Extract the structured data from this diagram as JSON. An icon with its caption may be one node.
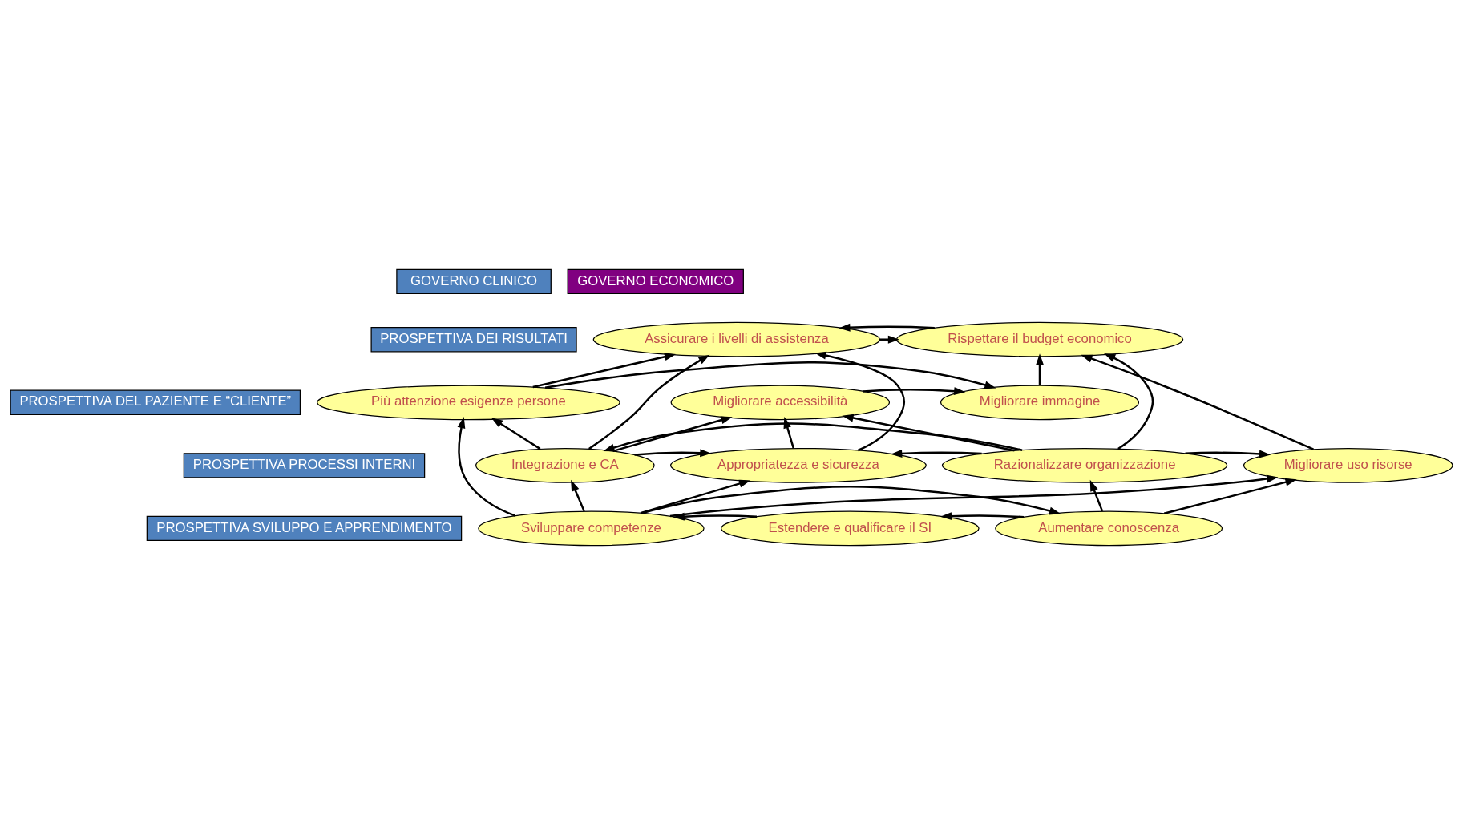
{
  "diagram": {
    "nodes": [
      {
        "text": [
          "GOVERNO CLINICO"
        ]
      },
      {
        "text": [
          "GOVERNO ECONOMICO"
        ]
      },
      {
        "text": [
          "PROSPETTIVA DEI RISULTATI"
        ]
      },
      {
        "text": [
          "PROSPETTIVA DEL PAZIENTE E “CLIENTE”"
        ]
      },
      {
        "text": [
          "PROSPETTIVA PROCESSI INTERNI"
        ]
      },
      {
        "text": [
          "PROSPETTIVA SVILUPPO E APPRENDIMENTO"
        ]
      },
      {
        "text": [
          "Assicurare i livelli di assistenza"
        ]
      },
      {
        "text": [
          "Rispettare il budget economico"
        ]
      },
      {
        "text": [
          "Più attenzione esigenze persone"
        ]
      },
      {
        "text": [
          "Migliorare accessibilità"
        ]
      },
      {
        "text": [
          "Migliorare immagine"
        ]
      },
      {
        "text": [
          "Integrazione e CA"
        ]
      },
      {
        "text": [
          "Appropriatezza e sicurezza"
        ]
      },
      {
        "text": [
          "Razionalizzare organizzazione"
        ]
      },
      {
        "text": [
          "Migliorare uso risorse"
        ]
      },
      {
        "text": [
          "Sviluppare competenze"
        ]
      },
      {
        "text": [
          "Estendere e qualificare il SI"
        ]
      },
      {
        "text": [
          "Aumentare conoscenza"
        ]
      }
    ],
    "edges": [
      {
        "from": 6,
        "to": 7,
        "arrow": "to"
      },
      {
        "from": 7,
        "to": 6,
        "arrow": "to"
      },
      {
        "from": 8,
        "to": 6,
        "arrow": "to"
      },
      {
        "from": 8,
        "to": 10,
        "arrow": "to"
      },
      {
        "from": 10,
        "to": 7,
        "arrow": "to"
      },
      {
        "from": 9,
        "to": 10,
        "arrow": "to"
      },
      {
        "from": 11,
        "to": 6,
        "arrow": "to"
      },
      {
        "from": 12,
        "to": 6,
        "arrow": "to"
      },
      {
        "from": 11,
        "to": 8,
        "arrow": "to"
      },
      {
        "from": 11,
        "to": 9,
        "arrow": "to"
      },
      {
        "from": 11,
        "to": 12,
        "arrow": "to"
      },
      {
        "from": 12,
        "to": 9,
        "arrow": "to"
      },
      {
        "from": 13,
        "to": 12,
        "arrow": "to"
      },
      {
        "from": 13,
        "to": 11,
        "arrow": "to"
      },
      {
        "from": 13,
        "to": 9,
        "arrow": "to"
      },
      {
        "from": 13,
        "to": 7,
        "arrow": "to"
      },
      {
        "from": 13,
        "to": 14,
        "arrow": "to"
      },
      {
        "from": 14,
        "to": 7,
        "arrow": "to"
      },
      {
        "from": 15,
        "to": 11,
        "arrow": "to"
      },
      {
        "from": 15,
        "to": 8,
        "arrow": "to"
      },
      {
        "from": 15,
        "to": 12,
        "arrow": "to"
      },
      {
        "from": 15,
        "to": 14,
        "arrow": "to"
      },
      {
        "from": 15,
        "to": 17,
        "arrow": "to"
      },
      {
        "from": 17,
        "to": 13,
        "arrow": "to"
      },
      {
        "from": 17,
        "to": 14,
        "arrow": "to"
      },
      {
        "from": 17,
        "to": 16,
        "arrow": "to"
      },
      {
        "from": 16,
        "to": 15,
        "arrow": "to"
      }
    ]
  }
}
